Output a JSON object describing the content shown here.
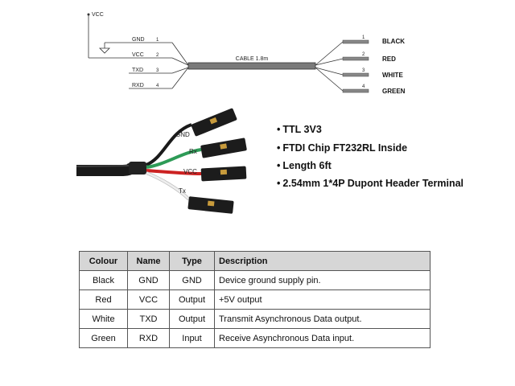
{
  "schematic": {
    "vcc_label": "VCC",
    "cable_label": "CABLE 1.8m",
    "left_pins": [
      {
        "name": "GND",
        "num": "1"
      },
      {
        "name": "VCC",
        "num": "2"
      },
      {
        "name": "TXD",
        "num": "3"
      },
      {
        "name": "RXD",
        "num": "4"
      }
    ],
    "right_wires": [
      {
        "num": "1",
        "color": "BLACK"
      },
      {
        "num": "2",
        "color": "RED"
      },
      {
        "num": "3",
        "color": "WHITE"
      },
      {
        "num": "4",
        "color": "GREEN"
      }
    ]
  },
  "photo": {
    "labels": {
      "gnd": "GND",
      "rx": "Rx",
      "vcc": "VCC",
      "tx": "Tx"
    },
    "wire_colors": {
      "black": "#1a1a1a",
      "green": "#2e9b57",
      "red": "#cc2222",
      "white": "#eeeeee"
    }
  },
  "features": [
    {
      "bullet": "•",
      "text": "TTL 3V3"
    },
    {
      "bullet": "•",
      "text": "FTDI Chip FT232RL Inside"
    },
    {
      "bullet": "•",
      "text": "Length 6ft"
    },
    {
      "bullet": "•",
      "text": "2.54mm 1*4P Dupont Header Terminal"
    }
  ],
  "table": {
    "headers": [
      "Colour",
      "Name",
      "Type",
      "Description"
    ],
    "rows": [
      [
        "Black",
        "GND",
        "GND",
        "Device ground supply pin."
      ],
      [
        "Red",
        "VCC",
        "Output",
        "+5V output"
      ],
      [
        "White",
        "TXD",
        "Output",
        "Transmit Asynchronous Data output."
      ],
      [
        "Green",
        "RXD",
        "Input",
        "Receive Asynchronous Data input."
      ]
    ]
  }
}
